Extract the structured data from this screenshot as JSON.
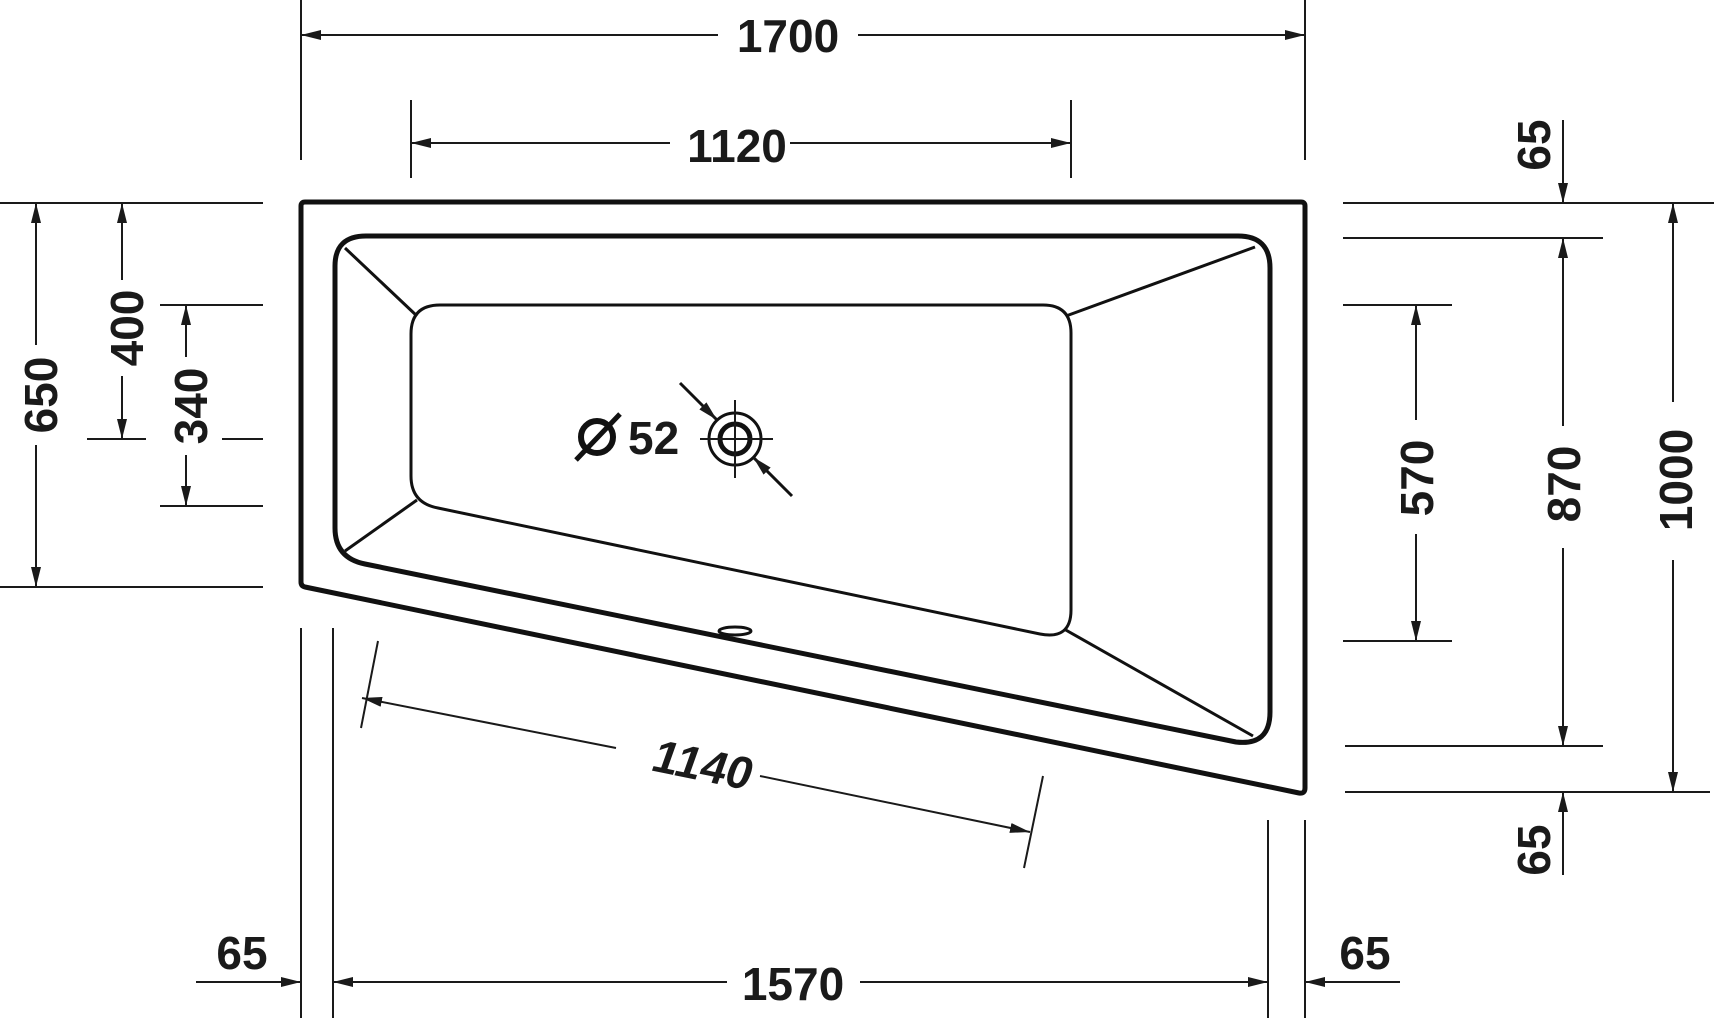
{
  "drawing": {
    "subject": "Corner bathtub plan view with dimensions (mm)",
    "colors": {
      "line": "#1a1a1a",
      "background": "#ffffff"
    },
    "dimensions": {
      "overall_width": "1700",
      "floor_width_top": "1120",
      "depth_left": "650",
      "left_to_drain": "400",
      "floor_depth_left": "340",
      "drain_diameter_symbol": "Ø",
      "drain_diameter": "52",
      "floor_length_slanted": "1140",
      "floor_depth_right": "570",
      "inner_depth_right": "870",
      "overall_depth_right": "1000",
      "rim_top_right": "65",
      "rim_bottom_right": "65",
      "rim_left_bottom": "65",
      "inner_width_bottom": "1570",
      "rim_right_bottom": "65"
    }
  }
}
